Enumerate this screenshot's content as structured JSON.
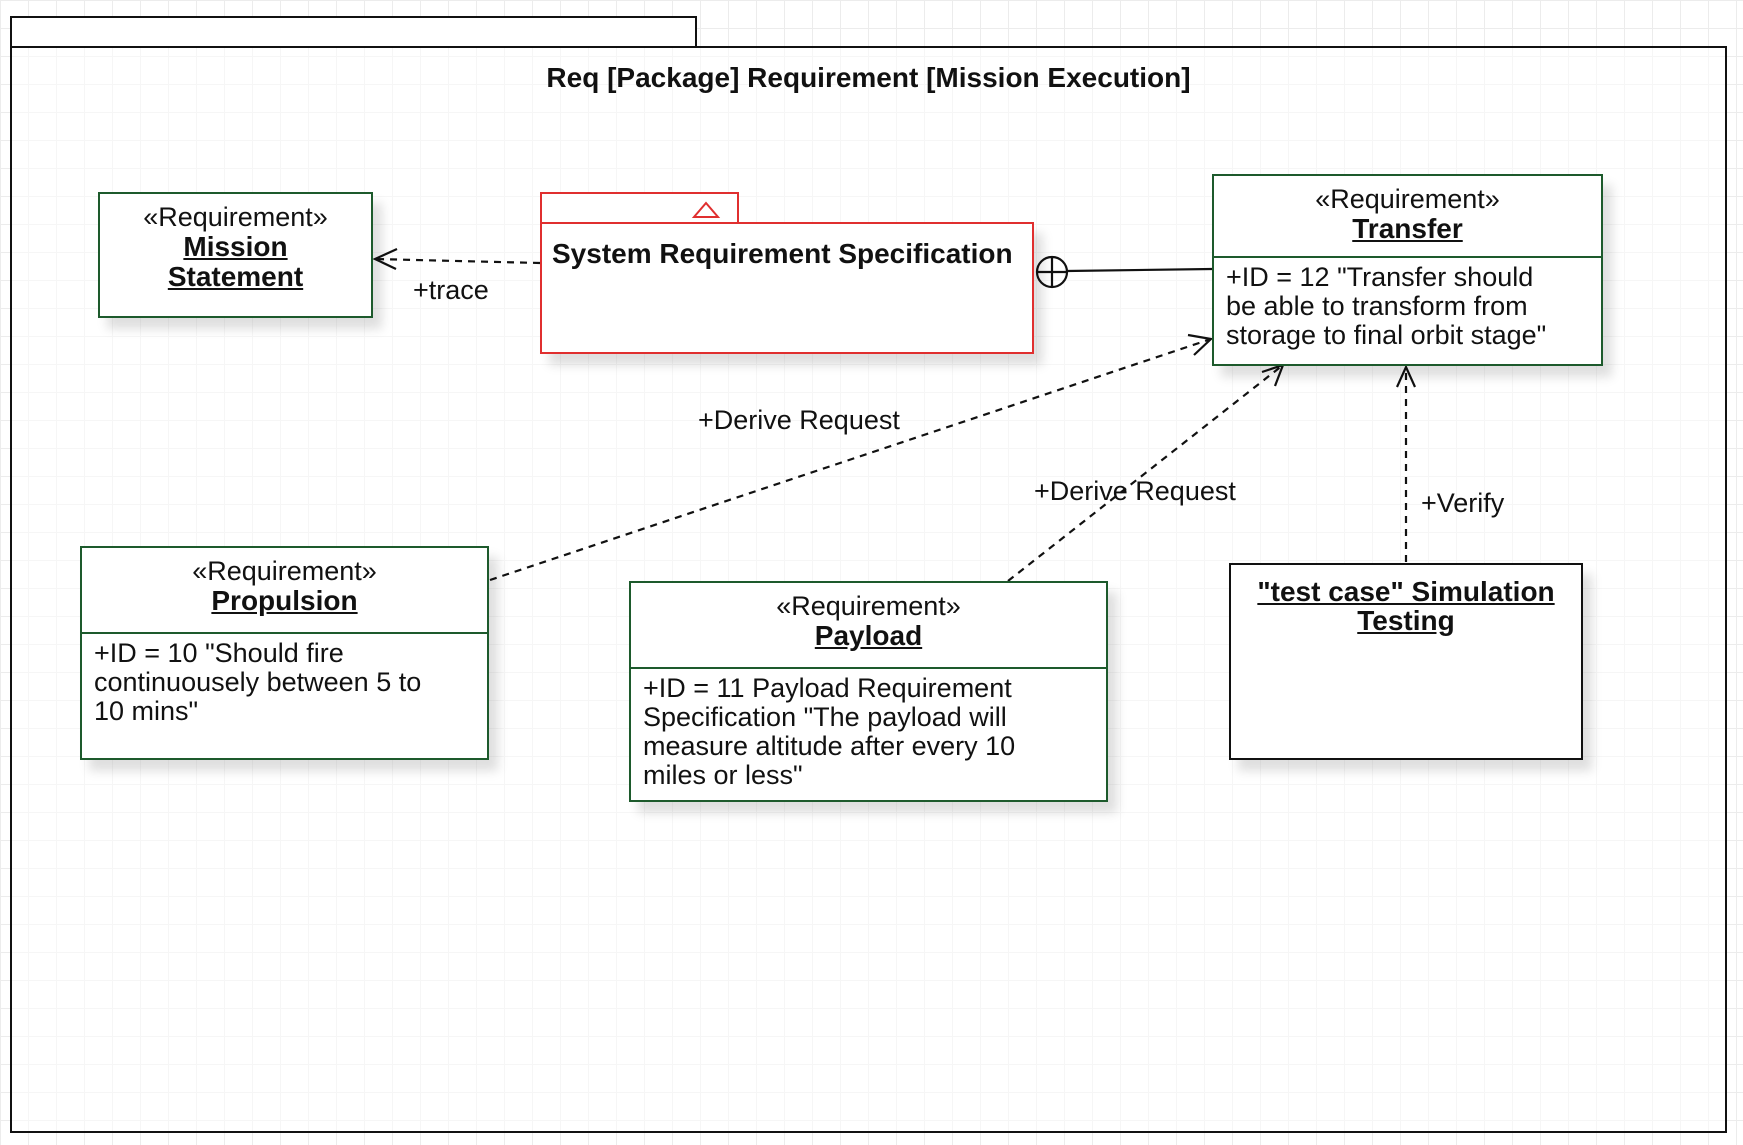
{
  "package": {
    "title": "Req [Package] Requirement [Mission Execution]"
  },
  "blocks": {
    "mission_statement": {
      "stereotype": "«Requirement»",
      "name_line1": "Mission",
      "name_line2": "Statement"
    },
    "spec": {
      "name": "System Requirement Specification"
    },
    "transfer": {
      "stereotype": "«Requirement»",
      "name": "Transfer",
      "lines": [
        "+ID = 12 \"Transfer should",
        "be able to transform from",
        "storage to final orbit stage\""
      ]
    },
    "propulsion": {
      "stereotype": "«Requirement»",
      "name": "Propulsion",
      "lines": [
        "+ID = 10 \"Should fire",
        "continuousely between 5 to",
        "10 mins\""
      ]
    },
    "payload": {
      "stereotype": "«Requirement»",
      "name": "Payload",
      "lines": [
        "+ID = 11 Payload Requirement",
        "Specification \"The payload will",
        "measure altitude after every 10",
        "miles or less\""
      ]
    },
    "test_case": {
      "name_line1": "\"test case\" Simulation",
      "name_line2": "Testing"
    }
  },
  "relations": {
    "trace": "+trace",
    "derive_propulsion": "+Derive Request",
    "derive_payload": "+Derive Request",
    "verify": "+Verify"
  },
  "colors": {
    "requirement_border": "#1d5a2c",
    "spec_border": "#e02f2f",
    "line": "#111111"
  }
}
